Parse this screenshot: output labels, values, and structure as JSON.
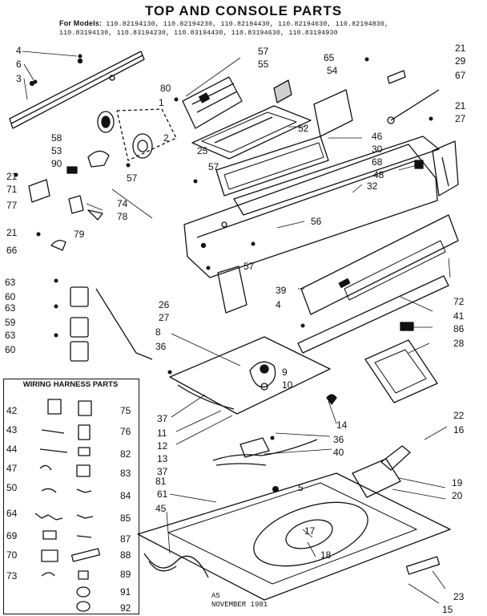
{
  "title": "TOP AND CONSOLE PARTS",
  "models": {
    "lead": "For Models:",
    "line1": "110.82194130, 110.82194230, 110.82194430, 110.82194630, 110.82194830,",
    "line2": "110.83194130, 110.83194230, 110.83194430, 110.83194630, 110.83194930"
  },
  "wiring_harness_title": "WIRING HARNESS PARTS",
  "footer": {
    "line1": "A5",
    "line2": "NOVEMBER 1981"
  },
  "callouts": [
    "4",
    "6",
    "3",
    "57",
    "55",
    "65",
    "54",
    "21",
    "29",
    "67",
    "80",
    "1",
    "2",
    "52",
    "58",
    "53",
    "90",
    "25",
    "57",
    "46",
    "30",
    "68",
    "48",
    "21",
    "27",
    "21",
    "71",
    "77",
    "74",
    "78",
    "79",
    "57",
    "32",
    "56",
    "21",
    "66",
    "57",
    "63",
    "60",
    "63",
    "59",
    "63",
    "60",
    "26",
    "27",
    "39",
    "4",
    "72",
    "41",
    "86",
    "8",
    "36",
    "9",
    "10",
    "28",
    "14",
    "36",
    "40",
    "37",
    "11",
    "12",
    "13",
    "37",
    "22",
    "16",
    "81",
    "61",
    "5",
    "19",
    "20",
    "45",
    "17",
    "18",
    "23",
    "15",
    "42",
    "75",
    "43",
    "76",
    "44",
    "82",
    "47",
    "83",
    "50",
    "84",
    "64",
    "85",
    "69",
    "87",
    "70",
    "88",
    "73",
    "89",
    "91",
    "92"
  ]
}
